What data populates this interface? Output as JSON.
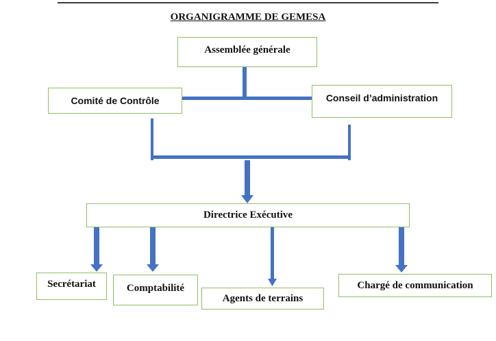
{
  "title": "ORGANIGRAMME DE GEMESA",
  "colors": {
    "connector": "#4472c4",
    "box_border": "#8cc063"
  },
  "nodes": {
    "assemblee": "Assemblée générale",
    "comite": "Comité de Contrôle",
    "conseil": "Conseil d’administration",
    "directrice": "Directrice Exécutive",
    "secretariat": "Secrétariat",
    "comptabilite": "Comptabilité",
    "agents": "Agents de terrains",
    "charge": "Chargé de communication"
  },
  "edges": [
    [
      "assemblee",
      "comite"
    ],
    [
      "assemblee",
      "conseil"
    ],
    [
      "comite",
      "directrice"
    ],
    [
      "conseil",
      "directrice"
    ],
    [
      "directrice",
      "secretariat"
    ],
    [
      "directrice",
      "comptabilite"
    ],
    [
      "directrice",
      "agents"
    ],
    [
      "directrice",
      "charge"
    ]
  ]
}
